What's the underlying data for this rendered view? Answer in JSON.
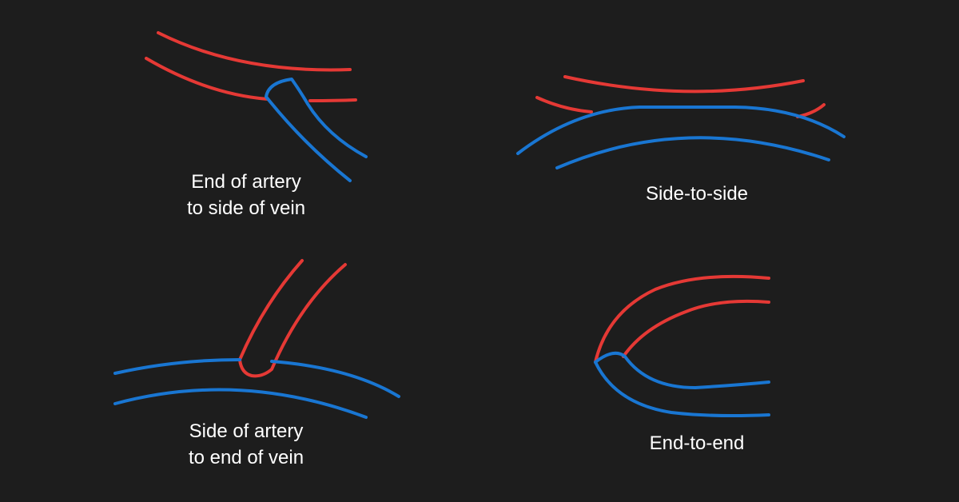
{
  "colors": {
    "background": "#1d1d1d",
    "artery": "#e53935",
    "vein": "#1976d2",
    "text": "#ffffff"
  },
  "panels": [
    {
      "lines": [
        "End of artery",
        "to side of vein"
      ]
    },
    {
      "lines": [
        "Side-to-side"
      ]
    },
    {
      "lines": [
        "Side of artery",
        "to end of vein"
      ]
    },
    {
      "lines": [
        "End-to-end"
      ]
    }
  ]
}
